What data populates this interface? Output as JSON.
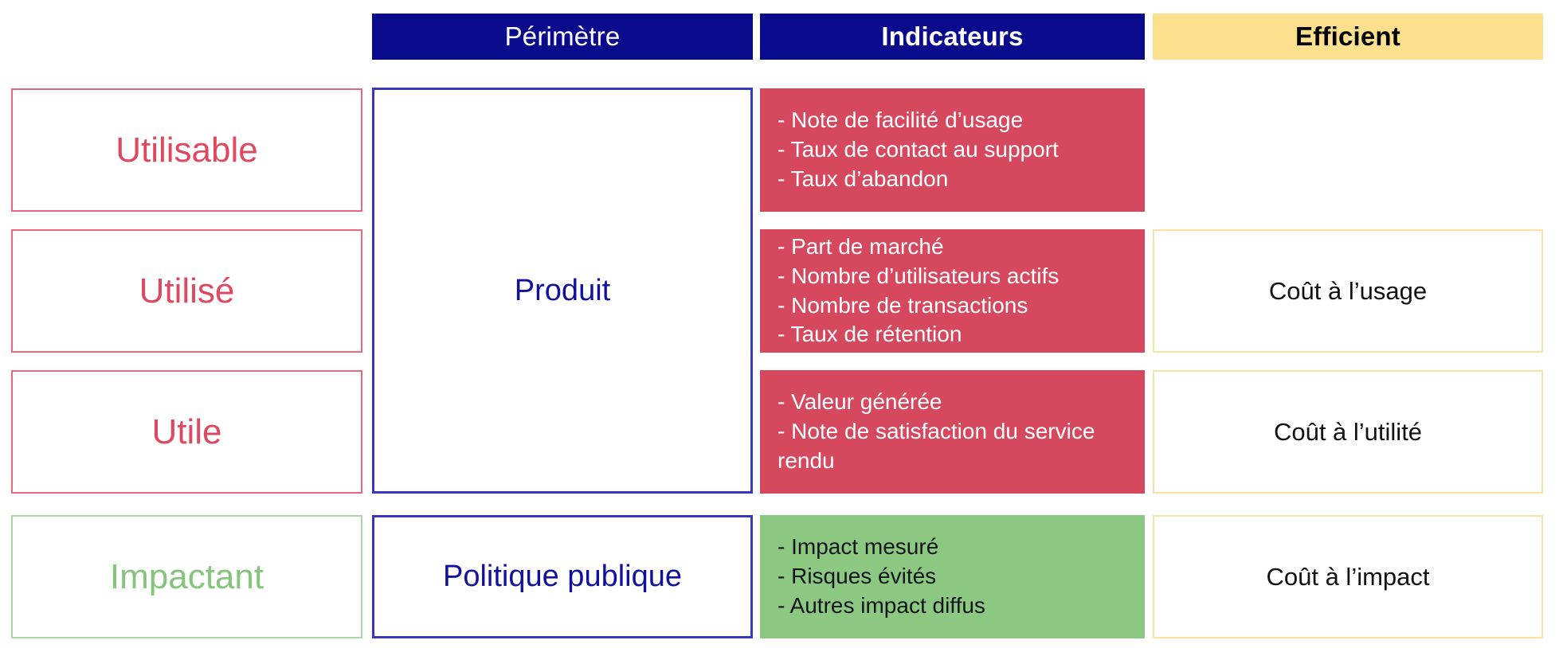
{
  "diagram": {
    "title_colors": {
      "navy": "#0a0a8c",
      "yellow": "#fce08e",
      "red_fill": "#d6485e",
      "green_fill": "#8cc882",
      "red_outline": "#e8697e",
      "green_outline": "#a9d6a1",
      "blue_outline": "#3b36bf",
      "yellow_outline": "#fbe2a3"
    }
  },
  "headers": {
    "criteria": "",
    "perimetre": "Périmètre",
    "indicateurs": "Indicateurs",
    "efficient": "Efficient"
  },
  "criteria": [
    {
      "label": "Utilisable",
      "tone": "red"
    },
    {
      "label": "Utilisé",
      "tone": "red"
    },
    {
      "label": "Utile",
      "tone": "red"
    },
    {
      "label": "Impactant",
      "tone": "green"
    }
  ],
  "scope": [
    {
      "label": "Produit",
      "rows": "Utilisable, Utilisé, Utile"
    },
    {
      "label": "Politique publique",
      "rows": "Impactant"
    }
  ],
  "indicators": [
    {
      "row": "Utilisable",
      "tone": "red",
      "items": [
        "- Note de facilité d’usage",
        "- Taux de contact au support",
        "- Taux d’abandon"
      ]
    },
    {
      "row": "Utilisé",
      "tone": "red",
      "items": [
        "- Part de marché",
        "- Nombre d’utilisateurs actifs",
        "- Nombre de transactions",
        "- Taux de rétention"
      ]
    },
    {
      "row": "Utile",
      "tone": "red",
      "items": [
        "- Valeur générée",
        "- Note de satisfaction du service\nrendu"
      ]
    },
    {
      "row": "Impactant",
      "tone": "green",
      "items": [
        "- Impact mesuré",
        "- Risques évités",
        "- Autres impact diffus"
      ]
    }
  ],
  "efficient": [
    {
      "row": "Utilisable",
      "label": ""
    },
    {
      "row": "Utilisé",
      "label": "Coût à l’usage"
    },
    {
      "row": "Utile",
      "label": "Coût à l’utilité"
    },
    {
      "row": "Impactant",
      "label": "Coût à l’impact"
    }
  ]
}
